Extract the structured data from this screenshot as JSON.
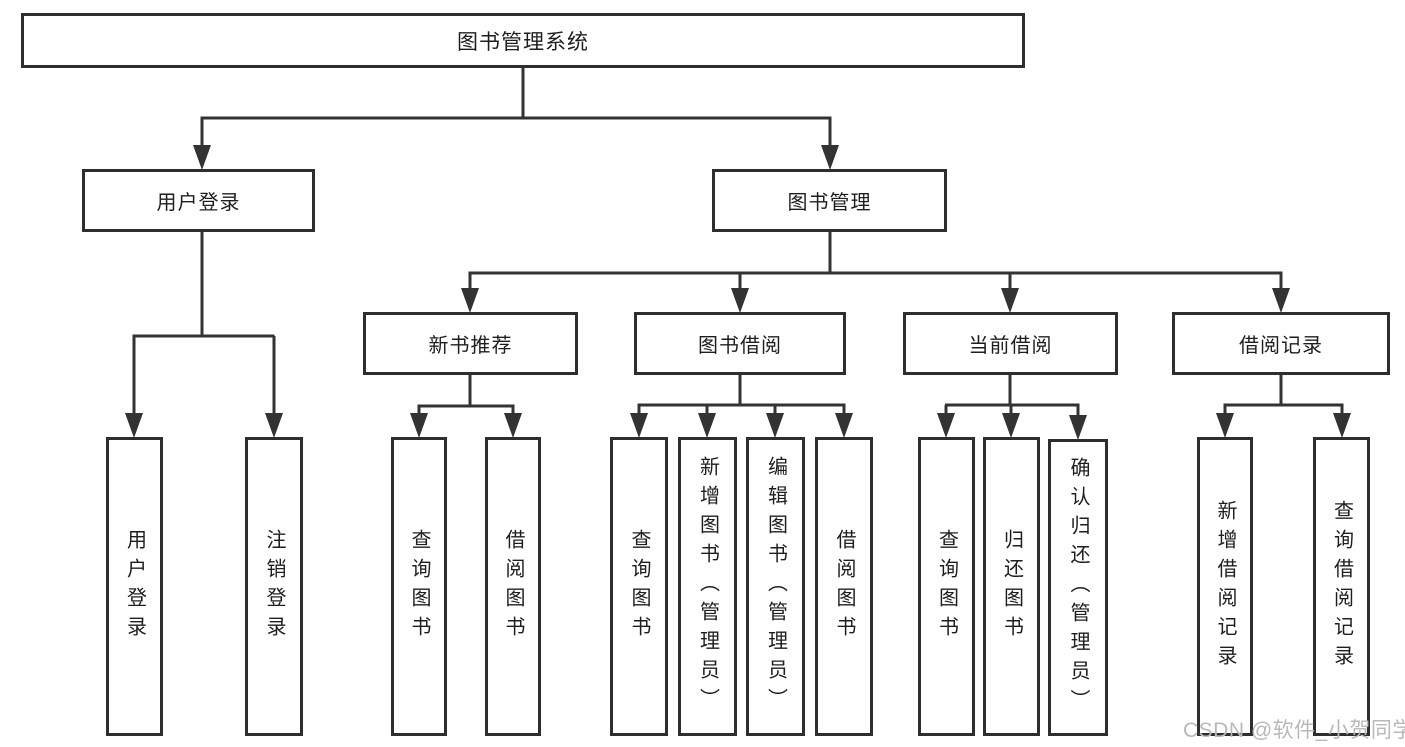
{
  "tree": {
    "label": "图书管理系统",
    "children": [
      {
        "label": "用户登录",
        "children": [
          {
            "label": "用户登录"
          },
          {
            "label": "注销登录"
          }
        ]
      },
      {
        "label": "图书管理",
        "children": [
          {
            "label": "新书推荐",
            "children": [
              {
                "label": "查询图书"
              },
              {
                "label": "借阅图书"
              }
            ]
          },
          {
            "label": "图书借阅",
            "children": [
              {
                "label": "查询图书"
              },
              {
                "label": "新增图书（管理员）"
              },
              {
                "label": "编辑图书（管理员）"
              },
              {
                "label": "借阅图书"
              }
            ]
          },
          {
            "label": "当前借阅",
            "children": [
              {
                "label": "查询图书"
              },
              {
                "label": "归还图书"
              },
              {
                "label": "确认归还（管理员）"
              }
            ]
          },
          {
            "label": "借阅记录",
            "children": [
              {
                "label": "新增借阅记录"
              },
              {
                "label": "查询借阅记录"
              }
            ]
          }
        ]
      }
    ]
  },
  "watermark": "CSDN @软件_小贺同学",
  "colors": {
    "line": "#333333",
    "box_border": "#2e2e2e",
    "text": "#1e1e1e",
    "watermark": "#b9b9b9",
    "background": "#ffffff"
  }
}
